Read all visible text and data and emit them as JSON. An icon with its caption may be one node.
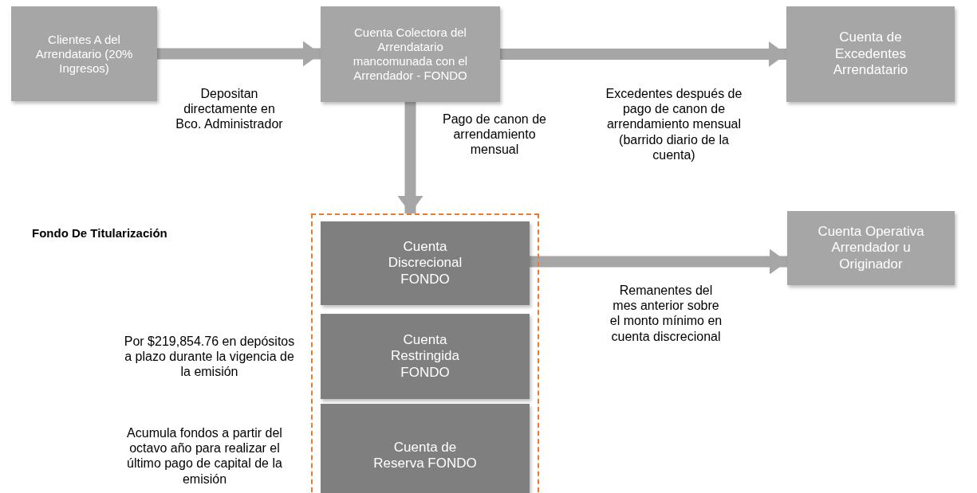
{
  "diagram": {
    "nodes": [
      {
        "text": [
          "Clientes A del Arrendatario (20% Ingresos)"
        ]
      },
      {
        "text": [
          "Cuenta Colectora del Arrendatario mancomunada con el Arrendador - FONDO"
        ]
      },
      {
        "text": [
          "Cuenta de Excedentes Arrendatario"
        ]
      },
      {
        "text": [],
        "shape": "box"
      },
      {
        "text": [
          "Cuenta Discrecional FONDO"
        ],
        "in": 3
      },
      {
        "text": [
          "Cuenta Restringida FONDO"
        ],
        "in": 3,
        "beside": [
          "Por $219,854.76 en depósitos a plazo durante la vigencia de la emisión"
        ]
      },
      {
        "text": [
          "Cuenta de Reserva FONDO"
        ],
        "in": 3,
        "beside": [
          "Acumula fondos a partir del octavo año para realizar el último pago de capital de la emisión"
        ]
      },
      {
        "text": [
          "Cuenta Operativa Arrendador u Originador"
        ]
      }
    ],
    "edges": [
      {
        "from": 0,
        "to": 1,
        "arrow": "to",
        "label": "Depositan directamente en Bco. Administrador"
      },
      {
        "from": 1,
        "to": 2,
        "arrow": "to",
        "label": "Excedentes después de pago de canon de arrendamiento mensual (barrido diario de la cuenta)"
      },
      {
        "from": 1,
        "to": 3,
        "arrow": "to",
        "label": "Pago de canon de arrendamiento mensual"
      },
      {
        "from": 4,
        "to": 7,
        "arrow": "to",
        "label": "Remanentes del mes anterior sobre el monto mínimo en cuenta discrecional"
      }
    ],
    "labels": [
      "Fondo De Titularización"
    ]
  }
}
